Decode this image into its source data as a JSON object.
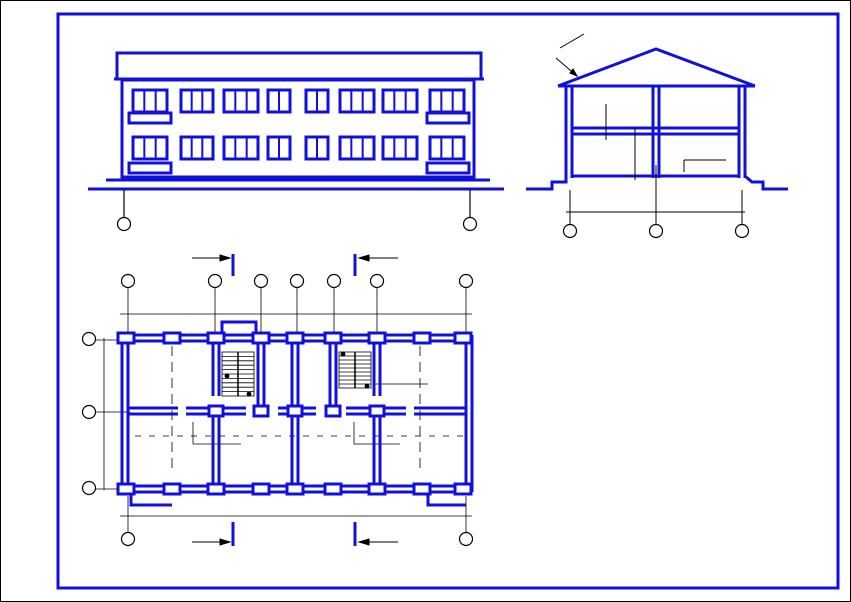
{
  "drawing": {
    "line_color": "#1010d8",
    "thin_color": "#000000",
    "paper_color": "#ffffff",
    "views": [
      "facade-elevation",
      "cross-section",
      "floor-plan"
    ]
  }
}
